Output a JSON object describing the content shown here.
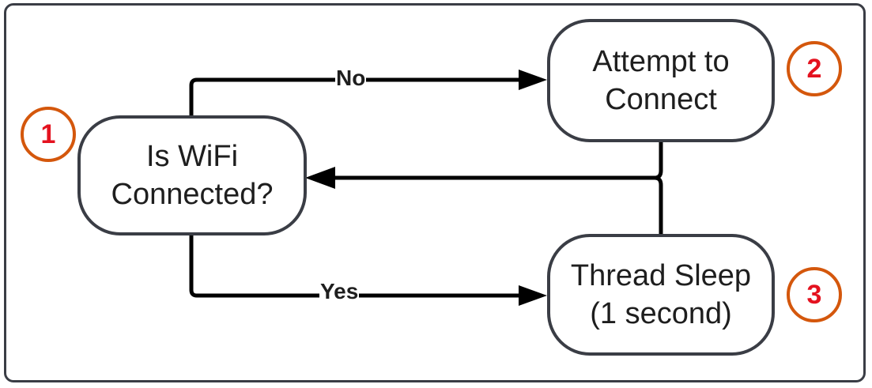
{
  "nodes": {
    "wifi_check": {
      "label": "Is WiFi\nConnected?"
    },
    "attempt_connect": {
      "label": "Attempt to\nConnect"
    },
    "thread_sleep": {
      "label": "Thread Sleep\n(1 second)"
    }
  },
  "badges": {
    "one": "1",
    "two": "2",
    "three": "3"
  },
  "edges": {
    "no_label": "No",
    "yes_label": "Yes"
  },
  "colors": {
    "node_border": "#3a3d45",
    "arrow": "#000000",
    "badge_border": "#d4570c",
    "badge_text": "#e4121f"
  }
}
